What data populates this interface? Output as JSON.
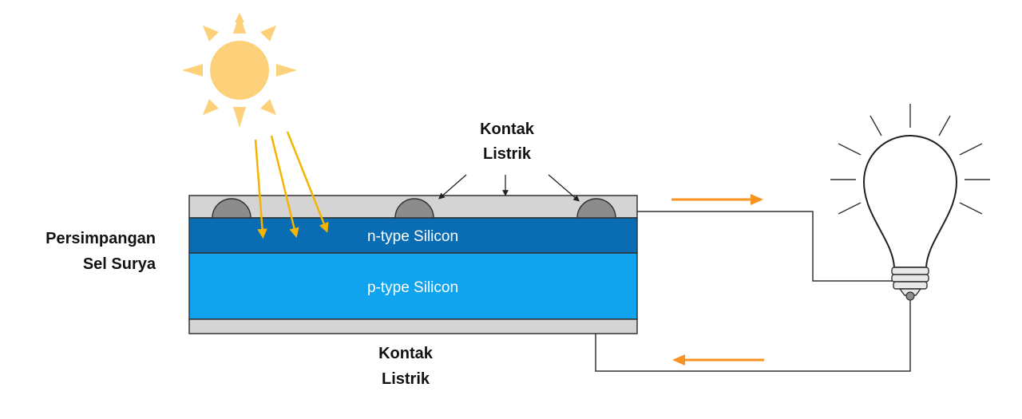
{
  "labels": {
    "top_contact_line1": "Kontak",
    "top_contact_line2": "Listrik",
    "bottom_contact_line1": "Kontak",
    "bottom_contact_line2": "Listrik",
    "junction_line1": "Persimpangan",
    "junction_line2": "Sel Surya",
    "n_layer": "n-type Silicon",
    "p_layer": "p-type Silicon"
  },
  "colors": {
    "n_layer": "#0a6db3",
    "p_layer": "#12a3ee",
    "contact_layer": "#d4d4d4",
    "contact_bump": "#8c8c8c",
    "sun": "#fdd17a",
    "sun_rays": "#fdd17a",
    "light_rays": "#f4b400",
    "current_arrow": "#f7931e",
    "wire": "#333333"
  },
  "icons": {
    "sun": "sun-icon",
    "bulb": "light-bulb-icon"
  }
}
